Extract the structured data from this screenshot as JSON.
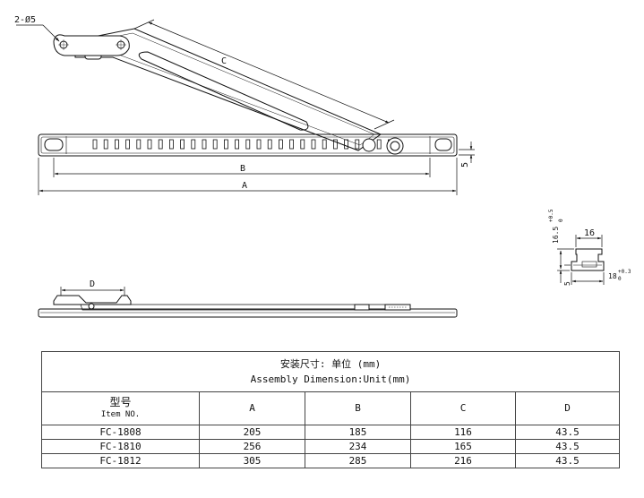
{
  "drawing": {
    "labels": {
      "holes": "2-Ø5",
      "A": "A",
      "B": "B",
      "C": "C",
      "D": "D",
      "dim5_right": "5",
      "profile_width": "16",
      "profile_height": "16.5",
      "profile_height_tol": "+0.5",
      "profile_height_tol_low": "0",
      "profile_slot": "18",
      "profile_slot_tol": "+0.3",
      "profile_slot_tol_low": "0",
      "profile_base": "5"
    }
  },
  "table": {
    "title_cn": "安装尺寸: 单位 (mm)",
    "title_en": "Assembly Dimension:Unit(mm)",
    "headers": {
      "item_cn": "型号",
      "item_en": "Item NO.",
      "A": "A",
      "B": "B",
      "C": "C",
      "D": "D"
    },
    "rows": [
      {
        "item": "FC-1808",
        "A": "205",
        "B": "185",
        "C": "116",
        "D": "43.5"
      },
      {
        "item": "FC-1810",
        "A": "256",
        "B": "234",
        "C": "165",
        "D": "43.5"
      },
      {
        "item": "FC-1812",
        "A": "305",
        "B": "285",
        "C": "216",
        "D": "43.5"
      }
    ]
  }
}
